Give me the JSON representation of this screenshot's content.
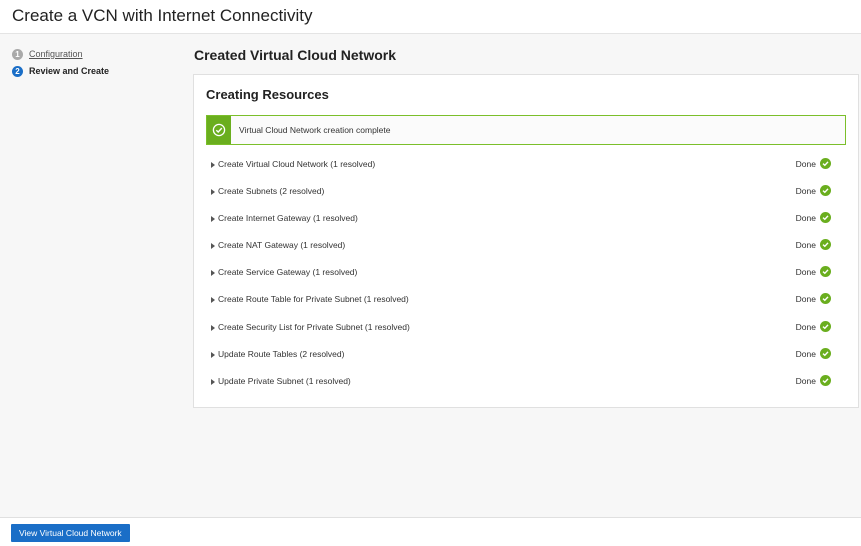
{
  "page": {
    "title": "Create a VCN with Internet Connectivity"
  },
  "steps": [
    {
      "number": "1",
      "label": "Configuration",
      "state": "completed"
    },
    {
      "number": "2",
      "label": "Review and Create",
      "state": "active"
    }
  ],
  "main": {
    "section_title": "Created Virtual Cloud Network",
    "panel_title": "Creating Resources",
    "banner": {
      "text": "Virtual Cloud Network creation complete",
      "icon": "check-circle-icon",
      "color": "#6aae1e"
    },
    "tasks": [
      {
        "label": "Create Virtual Cloud Network (1 resolved)",
        "status": "Done"
      },
      {
        "label": "Create Subnets (2 resolved)",
        "status": "Done"
      },
      {
        "label": "Create Internet Gateway (1 resolved)",
        "status": "Done"
      },
      {
        "label": "Create NAT Gateway (1 resolved)",
        "status": "Done"
      },
      {
        "label": "Create Service Gateway (1 resolved)",
        "status": "Done"
      },
      {
        "label": "Create Route Table for Private Subnet (1 resolved)",
        "status": "Done"
      },
      {
        "label": "Create Security List for Private Subnet (1 resolved)",
        "status": "Done"
      },
      {
        "label": "Update Route Tables (2 resolved)",
        "status": "Done"
      },
      {
        "label": "Update Private Subnet (1 resolved)",
        "status": "Done"
      }
    ]
  },
  "footer": {
    "primary_button": "View Virtual Cloud Network"
  },
  "colors": {
    "accent": "#1a6ec7",
    "success": "#6aae1e"
  }
}
